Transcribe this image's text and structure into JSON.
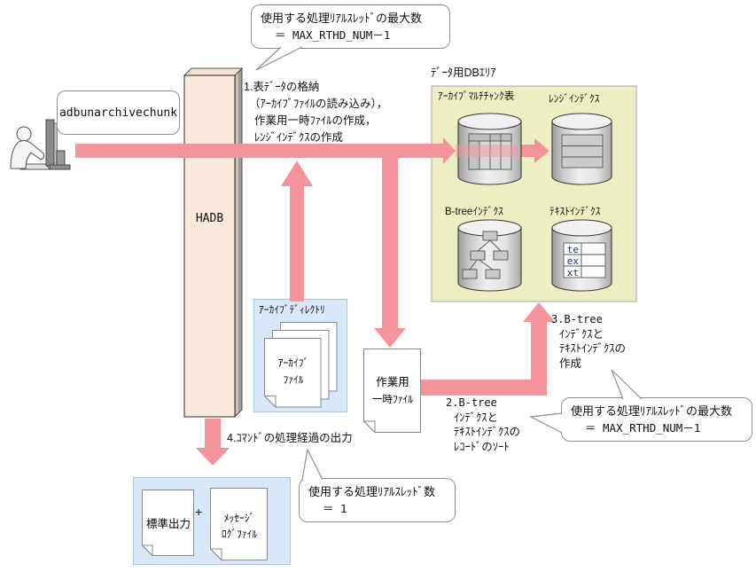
{
  "colors": {
    "arrow_pink": "#F5939B",
    "db_area_bg": "#EEEEC3",
    "db_area_border": "#A5A5A5",
    "blue_box_bg": "#D9E8F8",
    "blue_box_border": "#A9C4DE",
    "hadb_front": "#F9E9DA",
    "hadb_top": "#F1E2D2",
    "hadb_side": "#A59D92",
    "index_cell_text": "#223388"
  },
  "actor": {
    "command_label": "adbunarchivechunk"
  },
  "hadb_bar": {
    "label": "HADB"
  },
  "callouts": {
    "max_threads_top": {
      "line1": "使用する処理ﾘｱﾙｽﾚｯﾄﾞの最大数",
      "line2": "＝ MAX_RTHD_NUM－1"
    },
    "max_threads_right": {
      "line1": "使用する処理ﾘｱﾙｽﾚｯﾄﾞの最大数",
      "line2": "＝ MAX_RTHD_NUM－1"
    },
    "threads_bottom": {
      "line1": "使用する処理ﾘｱﾙｽﾚｯﾄﾞ数",
      "line2": "＝ 1"
    }
  },
  "steps": {
    "step1": {
      "line1": "1.表ﾃﾞｰﾀの格納",
      "line2": "（ｱｰｶｲﾌﾞﾌｧｲﾙの読み込み），",
      "line3": "作業用一時ﾌｧｲﾙの作成，",
      "line4": "ﾚﾝｼﾞｲﾝﾃﾞｸｽの作成"
    },
    "step2": {
      "line1": "2.B-tree",
      "line2": "ｲﾝﾃﾞｸｽと",
      "line3": "ﾃｷｽﾄｲﾝﾃﾞｸｽの",
      "line4": "ﾚｺｰﾄﾞのｿｰﾄ"
    },
    "step3": {
      "line1": "3.B-tree",
      "line2": "ｲﾝﾃﾞｸｽと",
      "line3": "ﾃｷｽﾄｲﾝﾃﾞｸｽの",
      "line4": "作成"
    },
    "step4": {
      "label": "4.ｺﾏﾝﾄﾞの処理経過の出力"
    }
  },
  "db_area": {
    "title": "ﾃﾞｰﾀ用DBｴﾘｱ",
    "archive_multichunk_table": "ｱｰｶｲﾌﾞﾏﾙﾁﾁｬﾝｸ表",
    "range_index": "ﾚﾝｼﾞｲﾝﾃﾞｸｽ",
    "btree_index": "B-treeｲﾝﾃﾞｸｽ",
    "text_index": "ﾃｷｽﾄｲﾝﾃﾞｸｽ",
    "text_index_rows": {
      "row1": "te",
      "row2": "ex",
      "row3": "xt"
    }
  },
  "archive_directory": {
    "title": "ｱｰｶｲﾌﾞﾃﾞｨﾚｸﾄﾘ",
    "file_line1": "ｱｰｶｲﾌﾞ",
    "file_line2": "ﾌｧｲﾙ"
  },
  "work_temp_file": {
    "line1": "作業用",
    "line2": "一時ﾌｧｲﾙ"
  },
  "output": {
    "stdout_label": "標準出力",
    "plus": "+",
    "log_line1": "ﾒｯｾｰｼﾞ",
    "log_line2": "ﾛｸﾞﾌｧｲﾙ"
  }
}
